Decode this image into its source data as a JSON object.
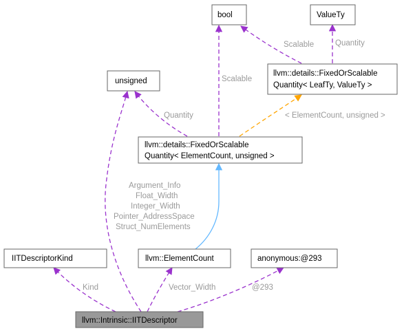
{
  "colors": {
    "member_edge": "#9a32cd",
    "template_edge": "#ffa500",
    "inherit_edge": "#63b8ff",
    "focus_fill": "#999999",
    "edge_label": "#9a9a9a"
  },
  "nodes": {
    "bool": "bool",
    "valuety": "ValueTy",
    "unsigned": "unsigned",
    "fixed_leaf": [
      "llvm::details::FixedOrScalable",
      "Quantity< LeafTy, ValueTy >"
    ],
    "fixed_ec": [
      "llvm::details::FixedOrScalable",
      "Quantity< ElementCount, unsigned >"
    ],
    "iit_kind": "IITDescriptorKind",
    "element_count": "llvm::ElementCount",
    "anonymous": "anonymous:@293",
    "iit_descriptor": "llvm::Intrinsic::IITDescriptor"
  },
  "edge_labels": {
    "bool_to_leaf": "Scalable",
    "valuety_to_leaf": "Quantity",
    "bool_to_ec": "Scalable",
    "leaf_to_ec_template": "< ElementCount, unsigned >",
    "unsigned_to_ec": "Quantity",
    "unsigned_to_iit": [
      "Argument_Info",
      "Float_Width",
      "Integer_Width",
      "Pointer_AddressSpace",
      "Struct_NumElements"
    ],
    "kind_to_iit": "Kind",
    "ec_to_iit": "Vector_Width",
    "anon_to_iit": "@293"
  }
}
